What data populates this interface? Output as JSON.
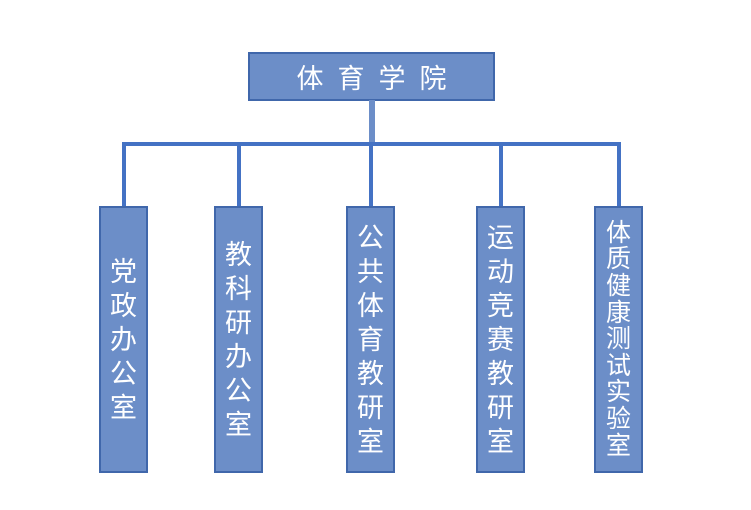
{
  "diagram": {
    "type": "org-chart",
    "root": {
      "label": "体育学院"
    },
    "departments": [
      {
        "label": "党政办公室"
      },
      {
        "label": "教科研办公室"
      },
      {
        "label": "公共体育教研室"
      },
      {
        "label": "运动竞赛教研室"
      },
      {
        "label": "体质健康测试实验室"
      }
    ]
  },
  "colors": {
    "box_fill": "#6C8EC8",
    "box_border": "#4067AB",
    "connector": "#4472C4",
    "stem": "#6C8EC8",
    "text": "#FFFFFF",
    "background": "#FFFFFF"
  }
}
